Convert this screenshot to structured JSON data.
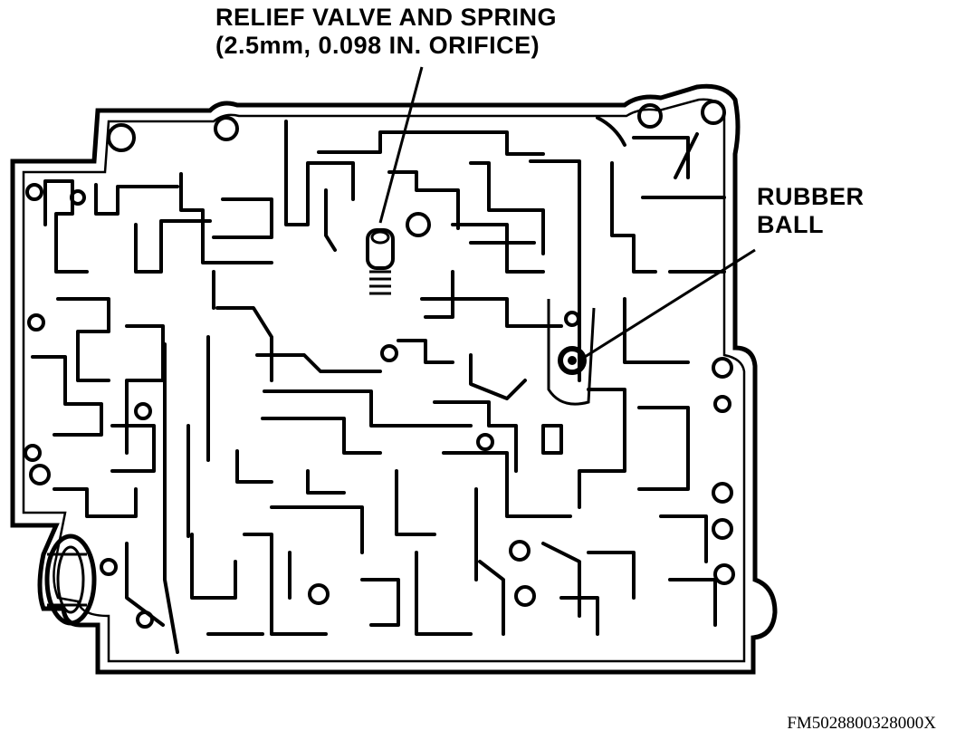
{
  "callouts": {
    "relief_valve": {
      "line1": "RELIEF VALVE AND SPRING",
      "line2": "(2.5mm, 0.098 IN. ORIFICE)"
    },
    "rubber_ball": {
      "line1": "RUBBER",
      "line2": "BALL"
    }
  },
  "figure_code": "FM5028800328000X",
  "colors": {
    "ink": "#000000",
    "paper": "#ffffff"
  }
}
